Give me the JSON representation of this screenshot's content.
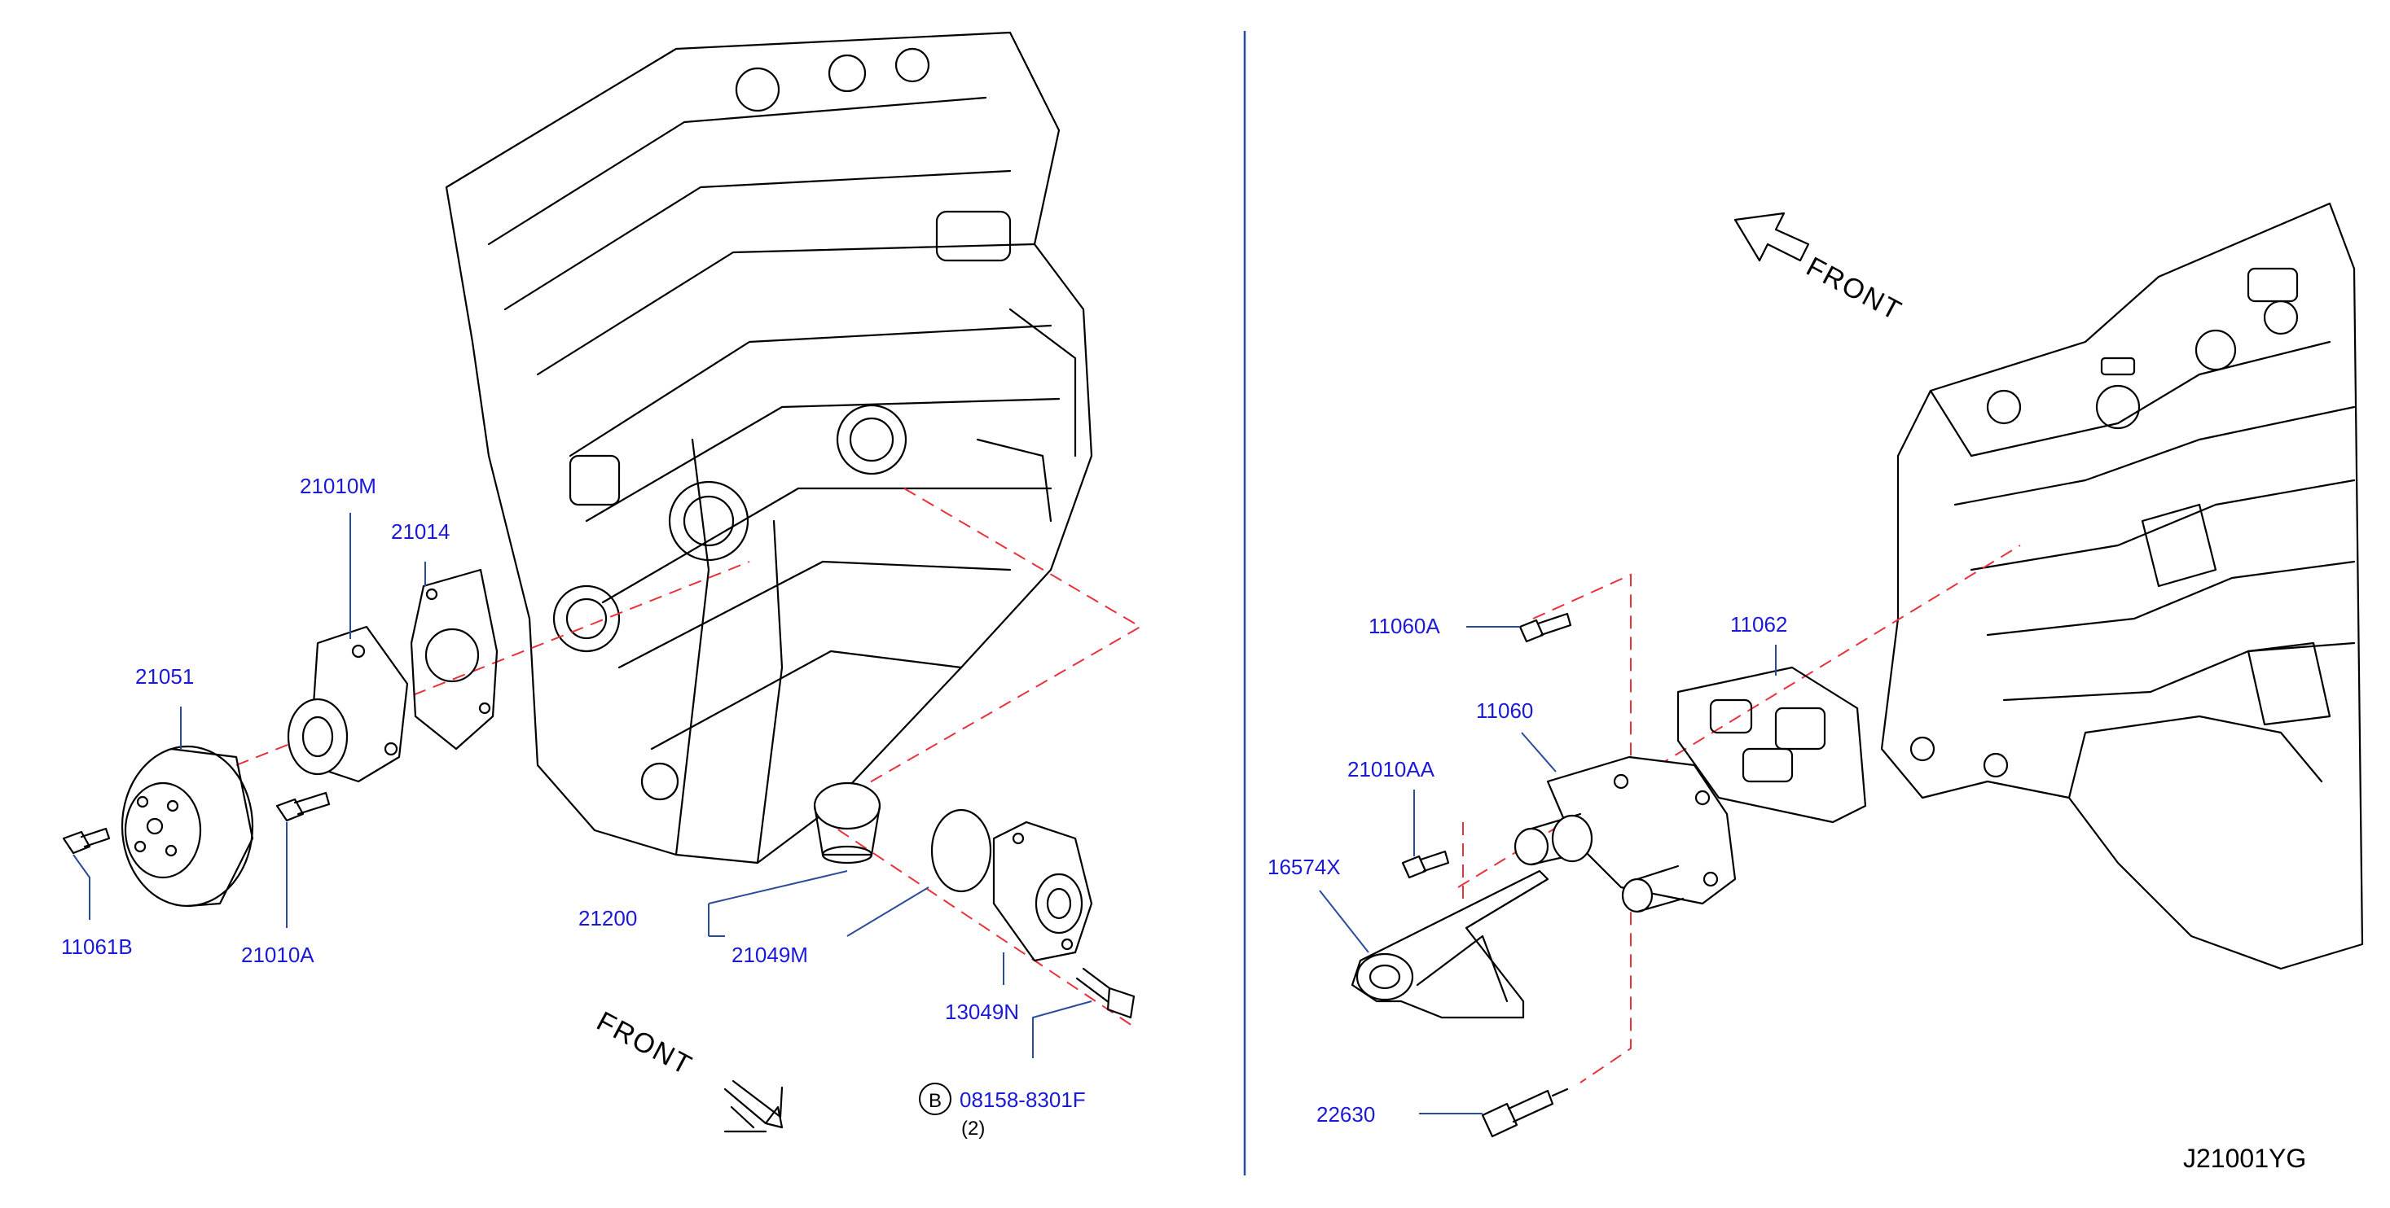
{
  "parts": {
    "p21010M": "21010M",
    "p21014": "21014",
    "p21051": "21051",
    "p11061B": "11061B",
    "p21010A": "21010A",
    "p21200": "21200",
    "p21049M": "21049M",
    "p13049N": "13049N",
    "p08158": "08158-8301F",
    "p08158_qty": "(2)",
    "callout_b": "B",
    "p11060A": "11060A",
    "p11062": "11062",
    "p11060": "11060",
    "p21010AA": "21010AA",
    "p16574X": "16574X",
    "p22630": "22630"
  },
  "front_label_left": "FRONT",
  "front_label_right": "FRONT",
  "diagram_code": "J21001YG",
  "colors": {
    "label": "#1a1ad6",
    "leader": "#2a4d9b",
    "dashed_guide": "#e8323c",
    "ink": "#000000"
  }
}
